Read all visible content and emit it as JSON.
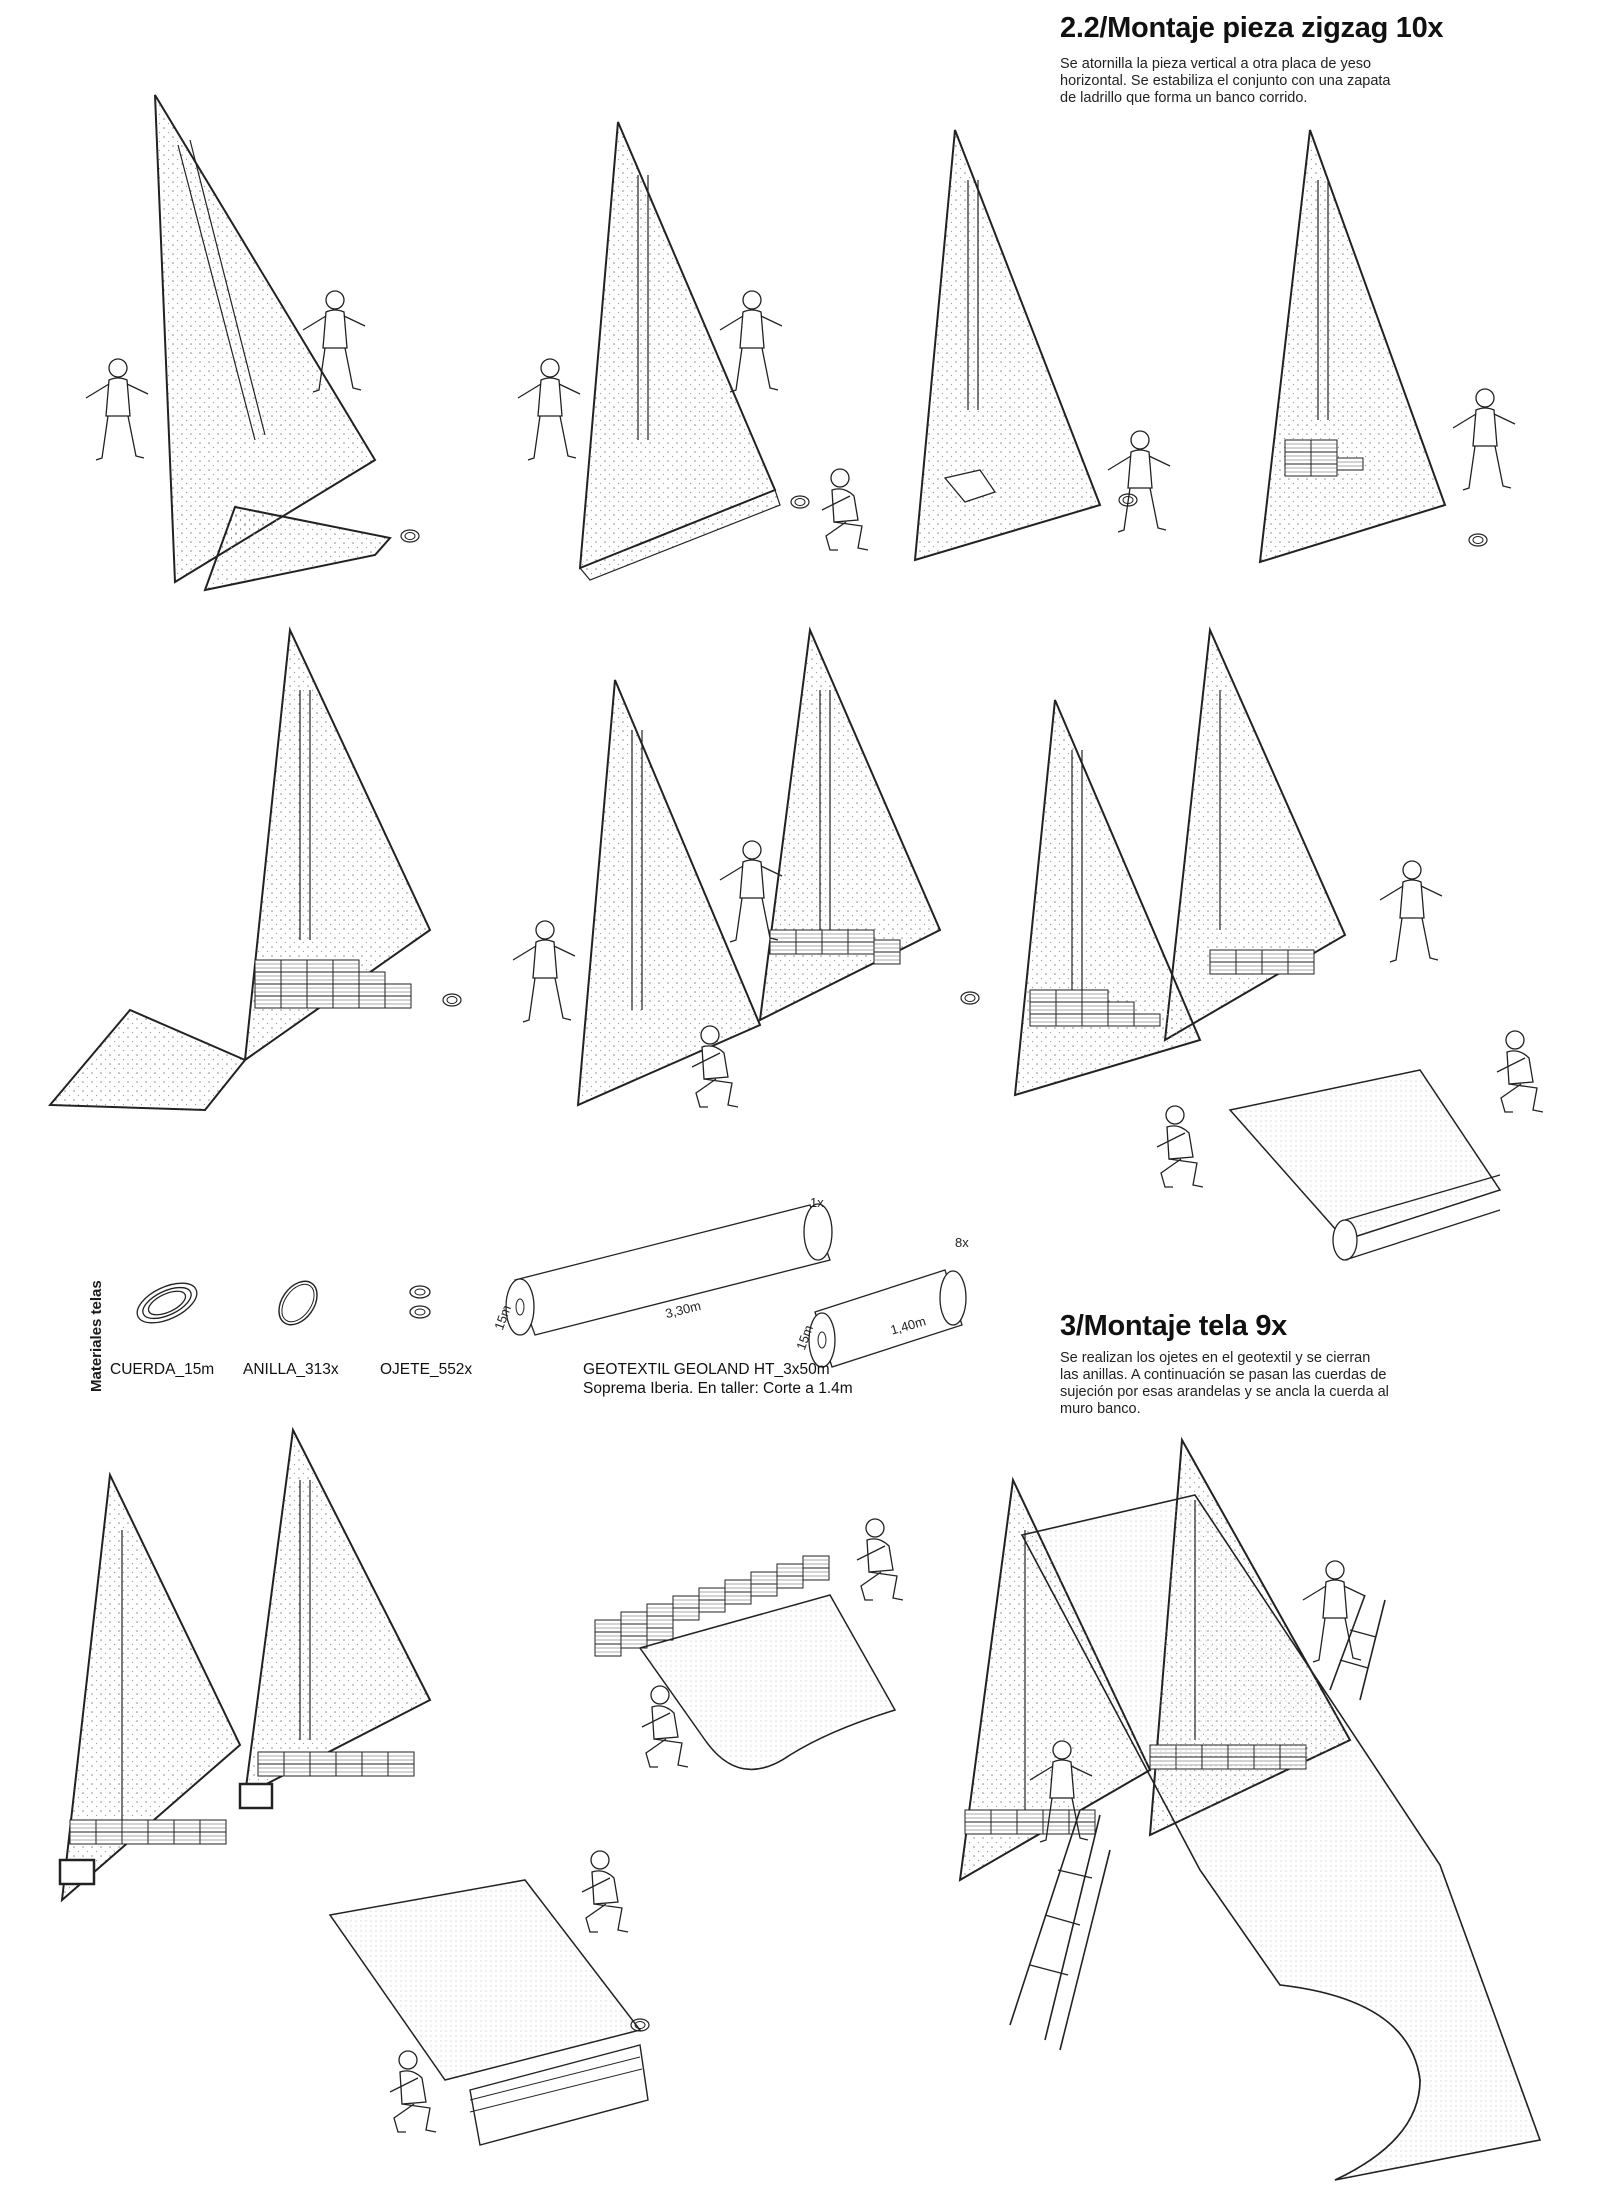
{
  "section_22": {
    "title": "2.2/Montaje pieza zigzag 10x",
    "description_lines": [
      "Se atornilla la pieza vertical a otra placa de yeso",
      "horizontal. Se estabiliza el conjunto con una zapata",
      "de ladrillo que forma un banco corrido."
    ]
  },
  "section_3": {
    "title": "3/Montaje tela 9x",
    "description_lines": [
      "Se realizan los ojetes en el geotextil y se cierran",
      "las anillas. A continuación se pasan las cuerdas de",
      "sujeción por esas arandelas y se ancla la cuerda al",
      "muro banco."
    ]
  },
  "materials": {
    "heading": "Materiales telas",
    "items": {
      "cuerda": "CUERDA_15m",
      "anilla": "ANILLA_313x",
      "ojete": "OJETE_552x"
    },
    "geotextil_line1": "GEOTEXTIL GEOLAND HT_3x50m",
    "geotextil_line2": "Soprema Iberia. En taller: Corte a 1.4m",
    "roll_large": {
      "count": "1x",
      "length": "3,30m",
      "width": "15m"
    },
    "roll_small": {
      "count": "8x",
      "length": "1,40m",
      "width": "15m"
    }
  },
  "colors": {
    "ink": "#1a1a1a",
    "stipple": "#8a8a8a",
    "background": "#ffffff"
  }
}
